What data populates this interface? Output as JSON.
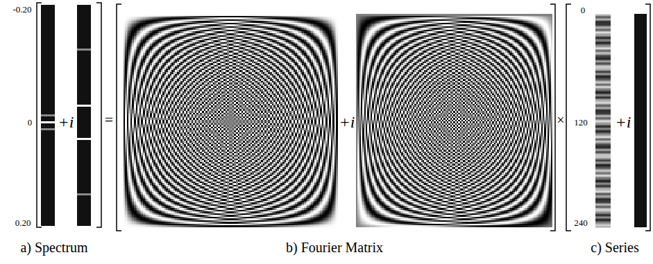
{
  "diagram": {
    "labels": [
      "-0.20",
      "0",
      "0.20",
      "+i",
      "=",
      "+i",
      "×",
      "0",
      "120",
      "240",
      "+i",
      "a) Spectrum",
      "b) Fourier Matrix",
      "c) Series"
    ]
  }
}
